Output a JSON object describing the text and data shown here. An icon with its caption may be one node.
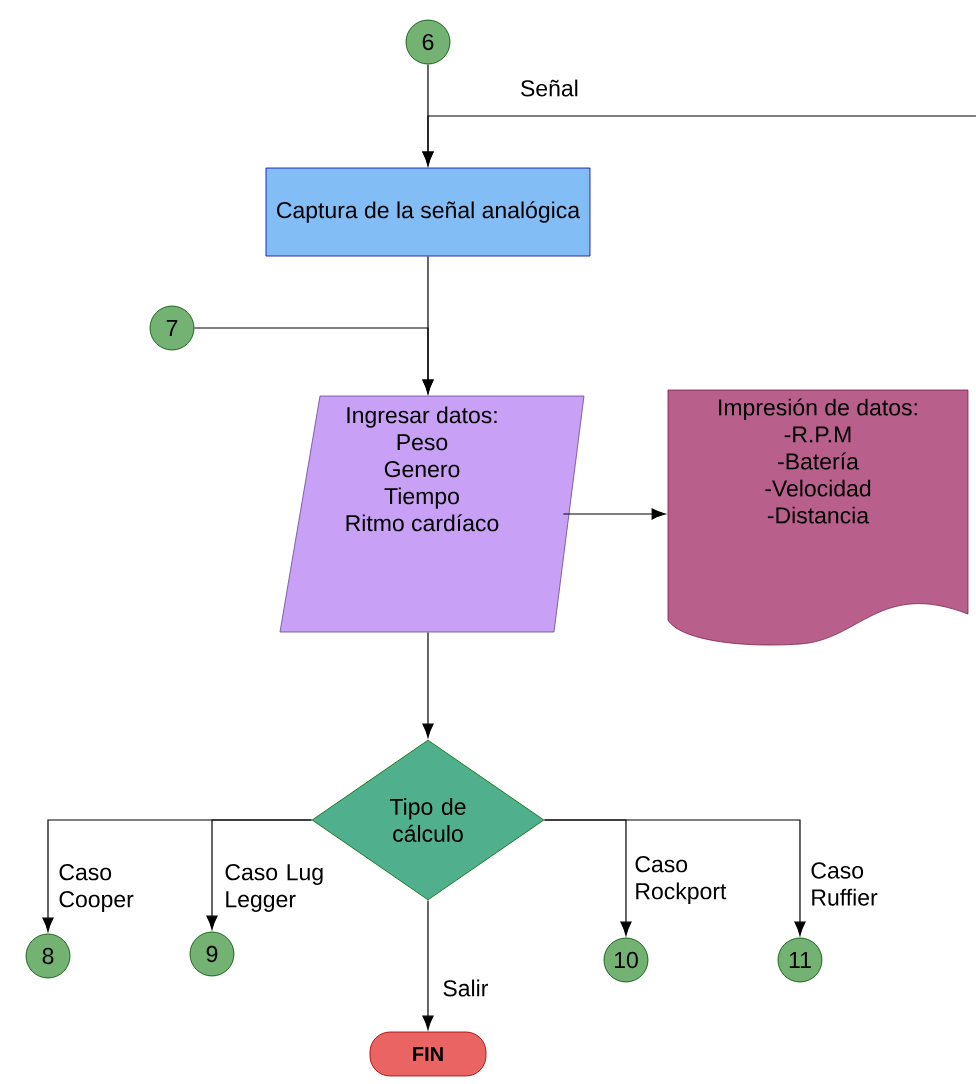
{
  "diagram": {
    "nodes": [
      {
        "text": [
          "6"
        ]
      },
      {
        "text": [
          "Captura de la señal analógica"
        ]
      },
      {
        "text": [
          "7"
        ]
      },
      {
        "text": [
          "Ingresar datos:",
          "Peso",
          "Genero",
          "Tiempo",
          "Ritmo cardíaco"
        ]
      },
      {
        "text": [
          "Impresión de datos:",
          "-R.P.M",
          "-Batería",
          "-Velocidad",
          "-Distancia"
        ]
      },
      {
        "text": [
          "Tipo de cálculo"
        ]
      },
      {
        "text": [
          "8"
        ]
      },
      {
        "text": [
          "9"
        ]
      },
      {
        "text": [
          "10"
        ]
      },
      {
        "text": [
          "11"
        ]
      },
      {
        "text": [
          "FIN"
        ]
      }
    ],
    "edges": [
      {
        "from": 0,
        "to": 1,
        "arrow": "to"
      },
      {
        "from": null,
        "to": 1,
        "arrow": "to",
        "label": "Señal"
      },
      {
        "from": 1,
        "to": 3,
        "arrow": "to"
      },
      {
        "from": 2,
        "to": 3,
        "arrow": "to"
      },
      {
        "from": 3,
        "to": 4,
        "arrow": "to"
      },
      {
        "from": 3,
        "to": 5,
        "arrow": "to"
      },
      {
        "from": 5,
        "to": 6,
        "arrow": "to",
        "label": "Caso Cooper"
      },
      {
        "from": 5,
        "to": 7,
        "arrow": "to",
        "label": "Caso Lug Legger"
      },
      {
        "from": 5,
        "to": 10,
        "arrow": "to",
        "label": "Salir"
      },
      {
        "from": 5,
        "to": 8,
        "arrow": "to",
        "label": "Caso Rockport"
      },
      {
        "from": 5,
        "to": 9,
        "arrow": "to",
        "label": "Caso Ruffier"
      }
    ]
  }
}
